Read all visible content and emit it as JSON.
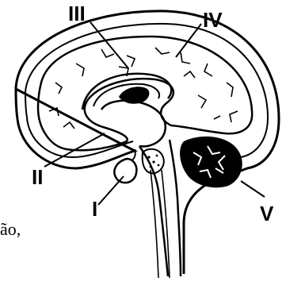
{
  "diagram": {
    "labels": {
      "I": "I",
      "II": "II",
      "III": "III",
      "IV": "IV",
      "V": "V"
    },
    "caption_fragment": "ão,"
  },
  "colors": {
    "ink": "#000000",
    "paper": "#ffffff"
  }
}
